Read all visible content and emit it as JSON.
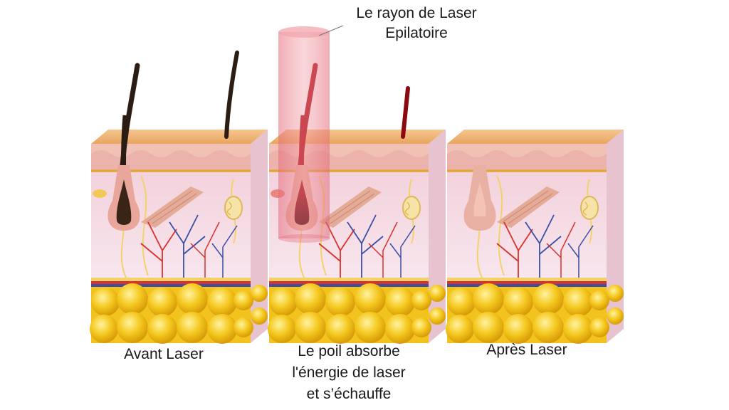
{
  "labels": {
    "laser_beam_line1": "Le rayon de Laser",
    "laser_beam_line2": "Epilatoire",
    "before": "Avant Laser",
    "during_line1": "Le poil absorbe",
    "during_line2": "l'énergie de laser",
    "during_line3": "et s’échauffe",
    "after": "Après Laser"
  },
  "panels": [
    {
      "name": "before",
      "hair_color": "#2b1d14",
      "bulb_color": "#3a2418",
      "follicle_color": "#e8a79a",
      "cut_hair": false
    },
    {
      "name": "during",
      "hair_color": "#b0101c",
      "bulb_color": "#8a0a10",
      "follicle_color": "#e8a79a",
      "cut_hair": false
    },
    {
      "name": "after",
      "hair_color": "none",
      "bulb_color": "none",
      "follicle_color": "#e9b0a4",
      "cut_hair": false
    }
  ],
  "colors": {
    "epidermis_top": "#f0b879",
    "dermis": "#f6dde6",
    "fat": "#f2c21f",
    "laser_beam": "#e8737f",
    "artery": "#d8322c",
    "vein": "#3a4fa6"
  }
}
